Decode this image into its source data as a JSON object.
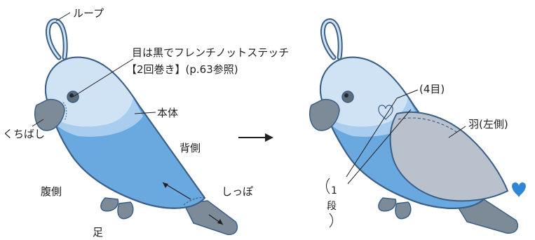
{
  "labels": {
    "loop": "ループ",
    "eye_note_line1": "目は黒でフレンチノットステッチ",
    "eye_note_line2": "【2回巻き】(p.63参照)",
    "body": "本体",
    "back": "背側",
    "beak": "くちばし",
    "belly": "腹側",
    "tail": "しっぽ",
    "foot": "足",
    "four_stitches": "(4目)",
    "wing_left": "羽(左側)",
    "one_row_num": "1",
    "one_row_unit": "段"
  },
  "colors": {
    "head_light_blue": "#cfe3f5",
    "body_blue": "#6aa8e0",
    "mid_blue": "#a9cdee",
    "grey": "#7d8b99",
    "wing_grey": "#b9c1cc",
    "outline": "#3b5f86",
    "heart_fill": "#2f86d6"
  },
  "icons": {
    "arrow": "right-arrow-icon",
    "heart_outline": "heart-outline-icon",
    "heart_filled": "heart-filled-icon"
  }
}
